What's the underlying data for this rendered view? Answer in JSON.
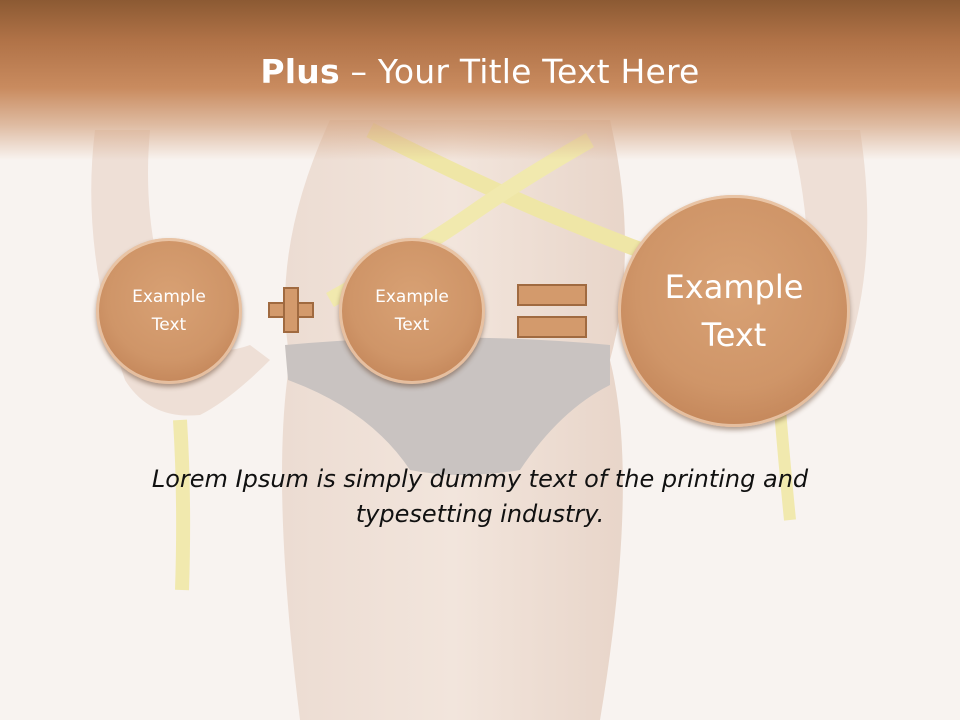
{
  "slide": {
    "title_bold": "Plus",
    "title_rest": " – Your Title Text Here",
    "circle_left_text": "Example\nText",
    "circle_middle_text": "Example\nText",
    "circle_right_text": "Example\nText",
    "caption": "Lorem Ipsum is simply dummy text of the printing and typesetting industry."
  },
  "colors": {
    "title_band": "#b07247",
    "circle_fill": "#cf9568",
    "operator_fill": "#d39a6c",
    "operator_border": "#a06a40",
    "background": "#f7f1ee"
  },
  "icons": [
    "plus-icon",
    "equals-icon"
  ]
}
